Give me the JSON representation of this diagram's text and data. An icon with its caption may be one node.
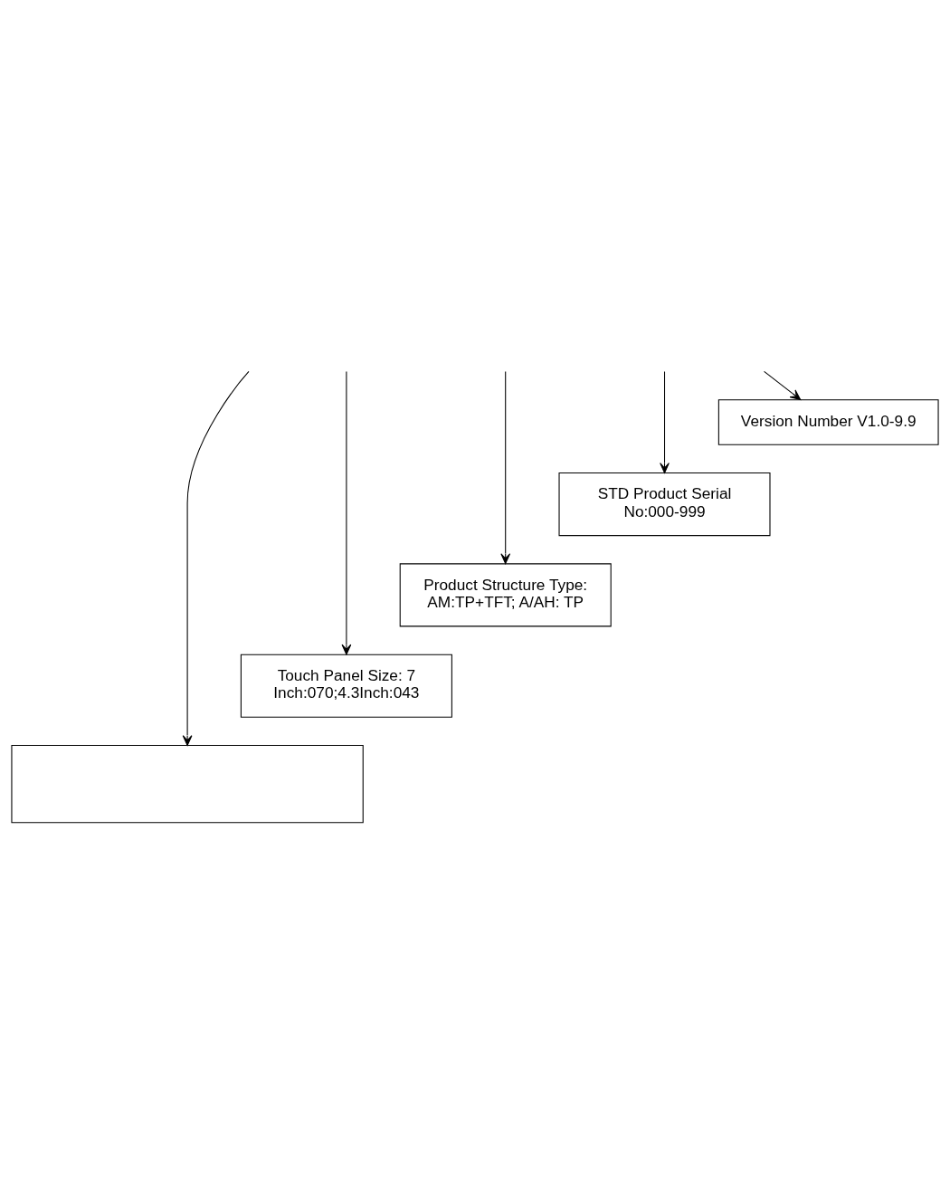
{
  "diagram": {
    "nodes": [
      {
        "text": [
          "Version Number V1.0-9.9"
        ]
      },
      {
        "text": [
          "STD Product Serial No:000-999"
        ]
      },
      {
        "text": [
          "Product Structure Type: AM:TP+TFT; A/AH: TP"
        ]
      },
      {
        "text": [
          "Touch Panel Size: 7 Inch:070;4.3Inch:043"
        ]
      },
      {
        "text": [],
        "shape": "box"
      }
    ],
    "edges": [
      {
        "from": null,
        "to": 0,
        "arrow": "to"
      },
      {
        "from": null,
        "to": 1,
        "arrow": "to"
      },
      {
        "from": null,
        "to": 2,
        "arrow": "to"
      },
      {
        "from": null,
        "to": 3,
        "arrow": "to"
      },
      {
        "from": null,
        "to": 4,
        "arrow": "to"
      }
    ]
  }
}
